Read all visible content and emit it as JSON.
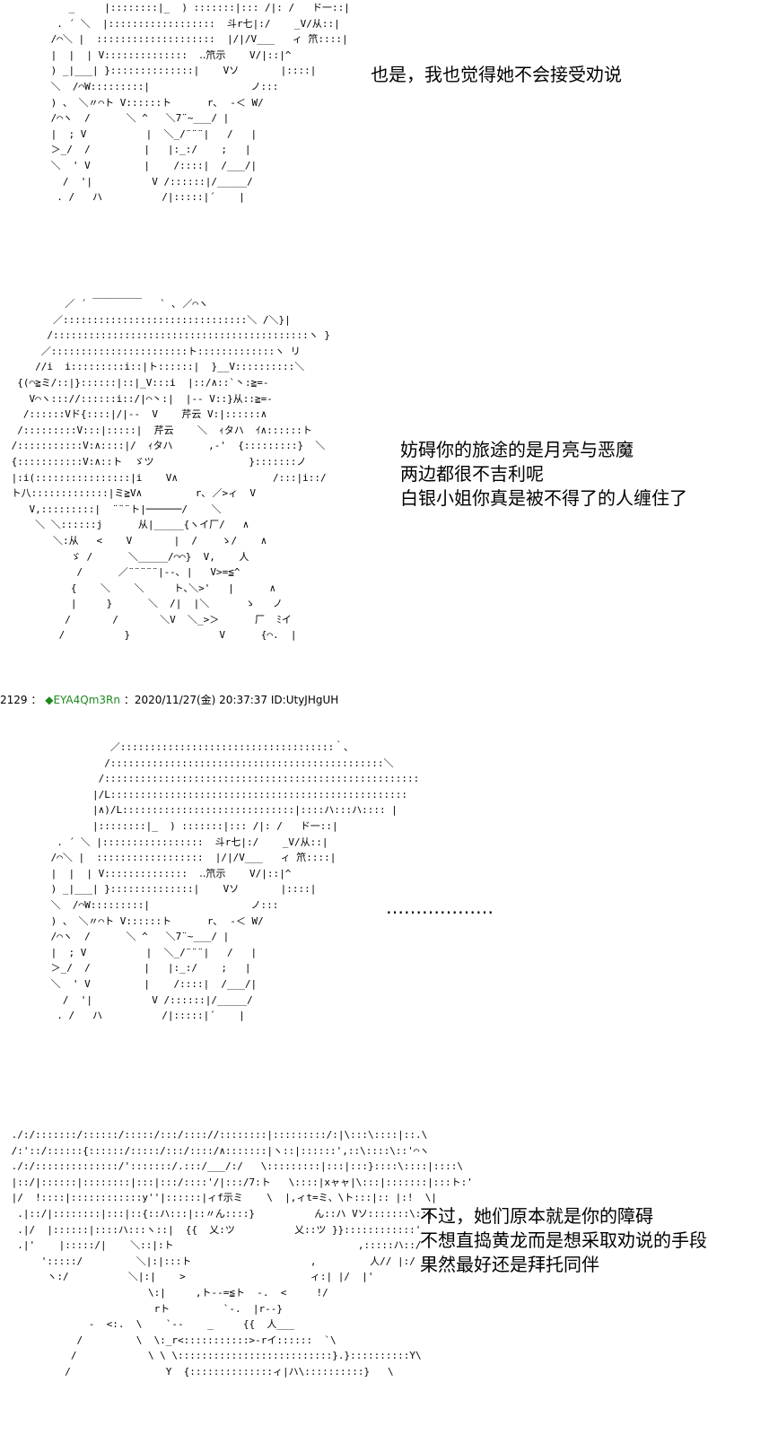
{
  "colors": {
    "text": "#000000",
    "trip": "#1e8a1e",
    "background": "#ffffff"
  },
  "panel1": {
    "art": "    _     |::::::::|_  ) :::::::|::: /|: /   ド一::|\n  . ´ ＼  |::::::::::::::::::  斗r七|:/    _V/从::|\n /⌒＼ |  ::::::::::::::::::::  |/|/V___   ィ 笊::::|\n |  |  | V::::::::::::::  ‥笊示    V/|::|^\n ) _|___| }::::::::::::::|    Vソ       |::::|\n ＼  /⌒W:::::::::|                 ノ:::\n ) 、 ＼〃⌒ト V::::::ト      r､  -＜ W/\n /⌒ヽ  /      ＼ ^   ＼7¨~___/ |\n |  ; V          |  ＼_/¨¨¨|   /   |\n ＞_/  /         |   |:_:/    ;   |\n ＼  ' V         |    /::::|  /___/|\n   /  '|          V /::::::|/_____/\n  . /   ハ          /|:::::|´    |",
    "lines": [
      "也是，我也觉得她不会接受劝说"
    ]
  },
  "panel2": {
    "art": "          ／ ´ ￣￣￣￣￣   ` ､ ／⌒ヽ\n        ／:::::::::::::::::::::::::::::::＼ /＼}|\n       /:::::::::::::::::::::::::::::::::::::::::::ヽ }\n      ／:::::::::::::::::::::::ト:::::::::::::ヽ リ\n     //i  i:::::::::i::|ト::::::|  }__V::::::::::＼\n  {(⌒≧ミ/::|}::::::|::|_V:::i  |::/∧::`丶:≧=‐\n    V⌒ヽ::://::::::i::/|⌒丶:|  |‐‐ V::}从::≧=‐\n   /::::::Vド{::::|/|‐‐  V    芹云 V:|::::::∧\n  /:::::::::V:::|:::::|  芹云    ＼  ｨタハ  ｲ∧::::::ト\n /:::::::::::V:∧::::|/  ｨタハ      ,-'  {:::::::::}  ＼\n {:::::::::::V:∧::ト  ゞツ                }:::::::ノ\n |:i(::::::::::::::::|i    V∧                /:::|i::/\n ト八:::::::::::::|ミ≧V∧         r､ ／>ィ  V\n    V,:::::::::|  ¨¨¨ト|──────/    ＼\n     ＼ ＼::::::j      从|_____{ヽイ厂/   ∧\n        ＼:从   <    V       |  /    ゝ/    ∧\n           ゞ /      ＼_____/⌒⌒}  V,    人\n            /      ／¨¨¨¨¨|--､ |   V>=≦^\n           {    ＼    ＼     ト､＼>'   |      ∧\n           |     }      ＼  /|  |＼      ゝ   ノ\n          /       /       ＼V  ＼_>＞      厂  ﾐイ\n         /          }               V      {⌒.  |",
    "lines": [
      "妨碍你的旅途的是月亮与恶魔",
      "两边都很不吉利呢",
      "白银小姐你真是被不得了的人缠住了"
    ]
  },
  "post_header": {
    "number": "2129",
    "separator": "：",
    "diamond": "◆",
    "trip": "EYA4Qm3Rn",
    "datetime": "：2020/11/27(金) 20:37:37 ID:UtyJHgUH"
  },
  "panel3": {
    "art": "           ／::::::::::::::::::::::::::::::::::::｀､\n          /::::::::::::::::::::::::::::::::::::::::::::::＼\n         /:::::::::::::::::::::::::::::::::::::::::::::::::::::\n        |/L::::::::::::::::::::::::::::::::::::::::::::::::::\n        |∧)/L:::::::::::::::::::::::::::::|::::ハ:::ハ:::: |\n        |::::::::|_  ) :::::::|::: /|: /   ド一::|\n  . ´ ＼ |:::::::::::::::::  斗r七|:/    _V/从::|\n /⌒＼ |  ::::::::::::::::::  |/|/V___   ィ 笊::::|\n |  |  | V::::::::::::::  ‥笊示    V/|::|^\n ) _|___| }::::::::::::::|    Vソ       |::::|\n ＼  /⌒W:::::::::|                 ノ:::\n ) 、 ＼〃⌒ト V::::::ト      r､  -＜ W/\n /⌒ヽ  /      ＼ ^   ＼7¨~___/ |\n |  ; V          |  ＼_/¨¨¨|   /   |\n ＞_/  /         |   |:_:/    ;   |\n ＼  ' V         |    /::::|  /___/|\n   /  '|          V /::::::|/_____/\n  . /   ハ          /|:::::|´    |",
    "lines": [
      "………………"
    ]
  },
  "panel4": {
    "art": " ./:/:::::::/::::::/:::::/:::/:::://::::::::|:::::::::/:|\\:::\\::::|::.\\\n /:'::/::::::{::::::/:::::/:::/::::/∧:::::::|ヽ::|::::::',::\\::::\\::'⌒ヽ\n ./:/::::::::::::::/':::::::/.:::/___/:/   \\:::::::::|:::|:::}::::\\::::|::::\\\n |::/|::::::|::::::::|:::|:::/::::'/|:::/7:ト   \\::::|xャャ|\\:::|:::::::|:::ト:'\n |/  !::::|::::::::::::y''|::::::|ィf示ミ    \\  |,ィt=ミ、\\ト:::|:: |:!  \\|\n  .|::/|::::::::|:::|::{::ハ:::|::〃ん::::}          ん::ハ Vソ:::::::\\::|\n  .|/  |::::::|::::ハ:::ヽ::|  {{  乂:ツ          乂::ツ }}::::::::::::'\n  .|'    |:::::/|    ＼::|:ト                               ,:::::ハ::/\n      ':::::/         ＼|:|:::ト                    ,         人// |:/\n       ヽ:/          ＼|:|    >                     ィ:| |/  |'\n                        \\:|     ,ト--=≦ト  -.  <     !/\n                         rト         `-.  |r‐‐}\n              -  <:.  \\    `--    _     {{  人___\n            /         \\  \\:_r<:::::::::::>‐rイ::::::  `\\\n           /            \\ \\ \\::::::::::::::::::::::::::}.}::::::::::Y\\\n          /                Y  {::::::::::::::ィ|ハ\\::::::::::}   \\",
    "lines": [
      "不过，她们原本就是你的障碍",
      "不想直捣黄龙而是想采取劝说的手段",
      "果然最好还是拜托同伴"
    ]
  }
}
